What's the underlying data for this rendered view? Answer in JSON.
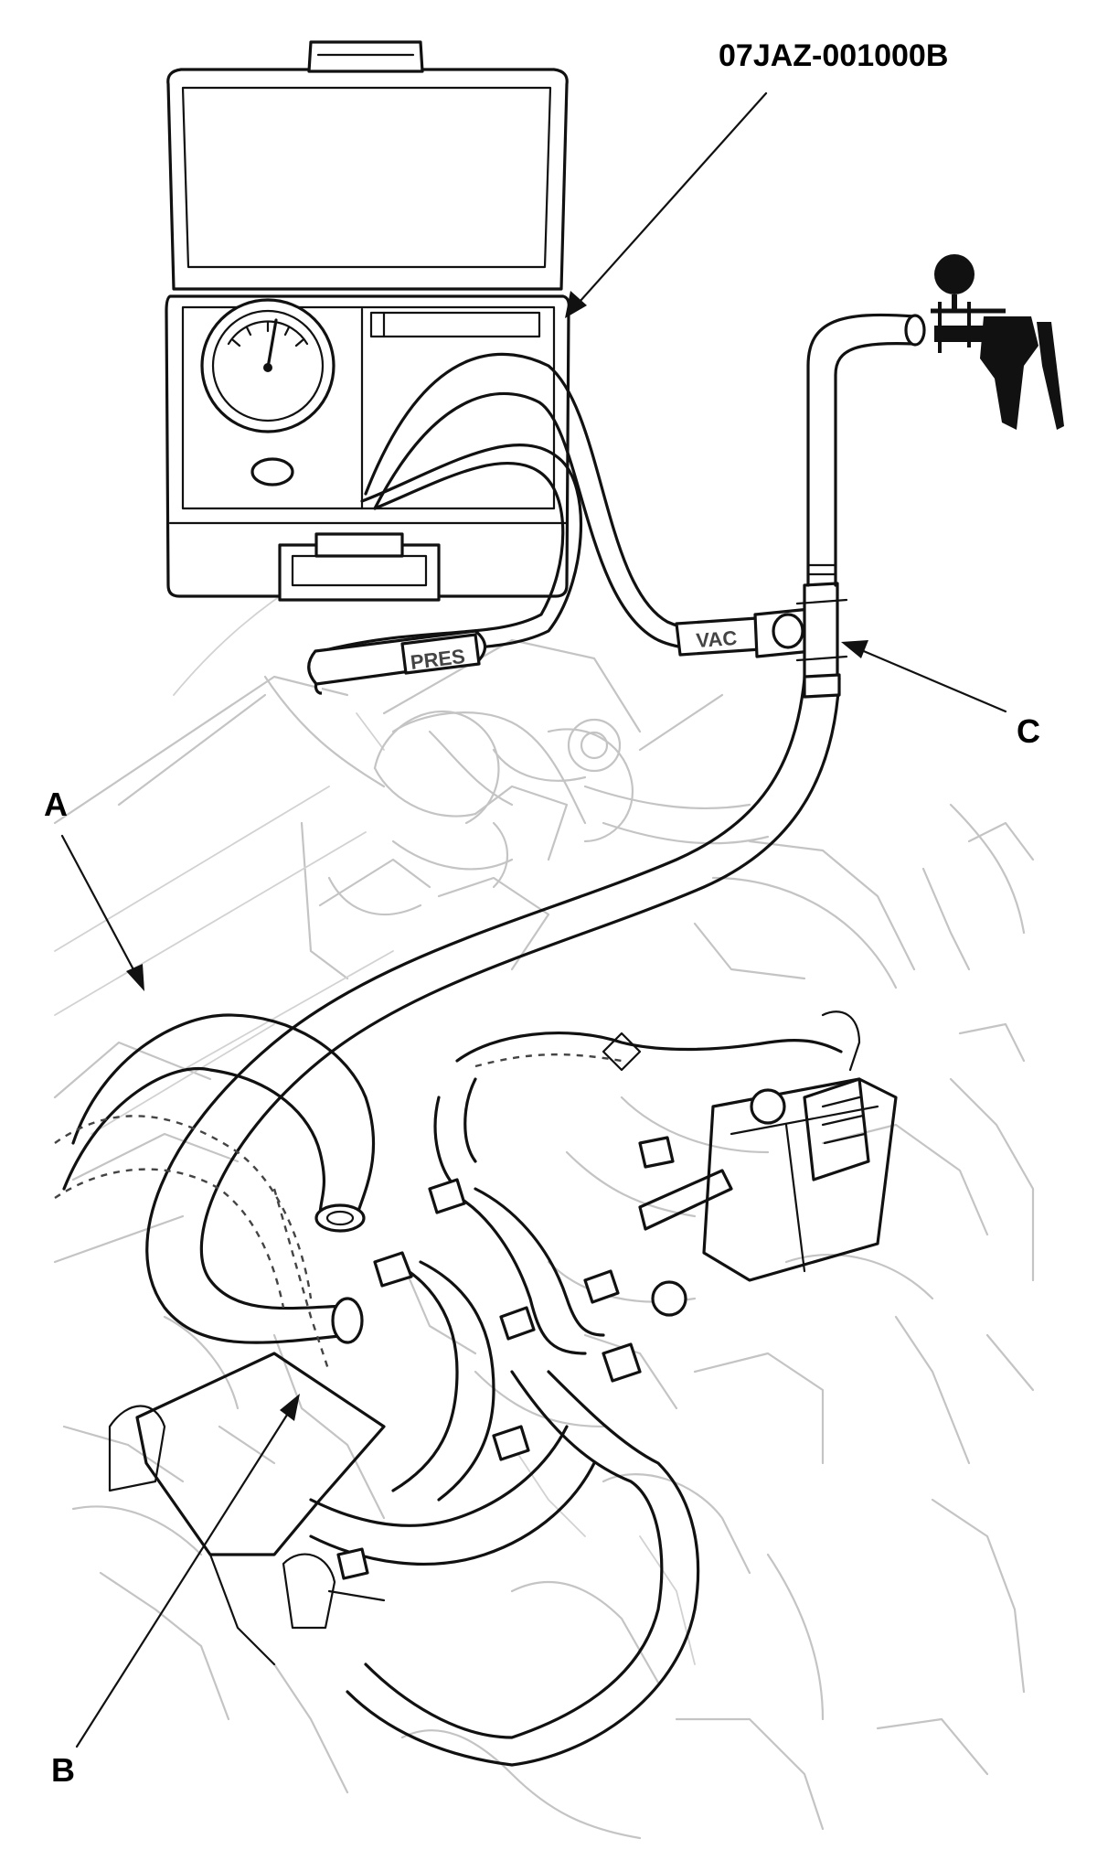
{
  "labels": {
    "tool": "07JAZ-001000B",
    "a": "A",
    "b": "B",
    "c": "C",
    "vac": "VAC",
    "pres": "PRES"
  },
  "icons": {
    "tester_case": "pressure-vacuum-tester-icon",
    "vacuum_pump": "hand-vacuum-pump-icon"
  },
  "colors": {
    "line": "#111111",
    "background_engine": "#c4c4c4"
  }
}
